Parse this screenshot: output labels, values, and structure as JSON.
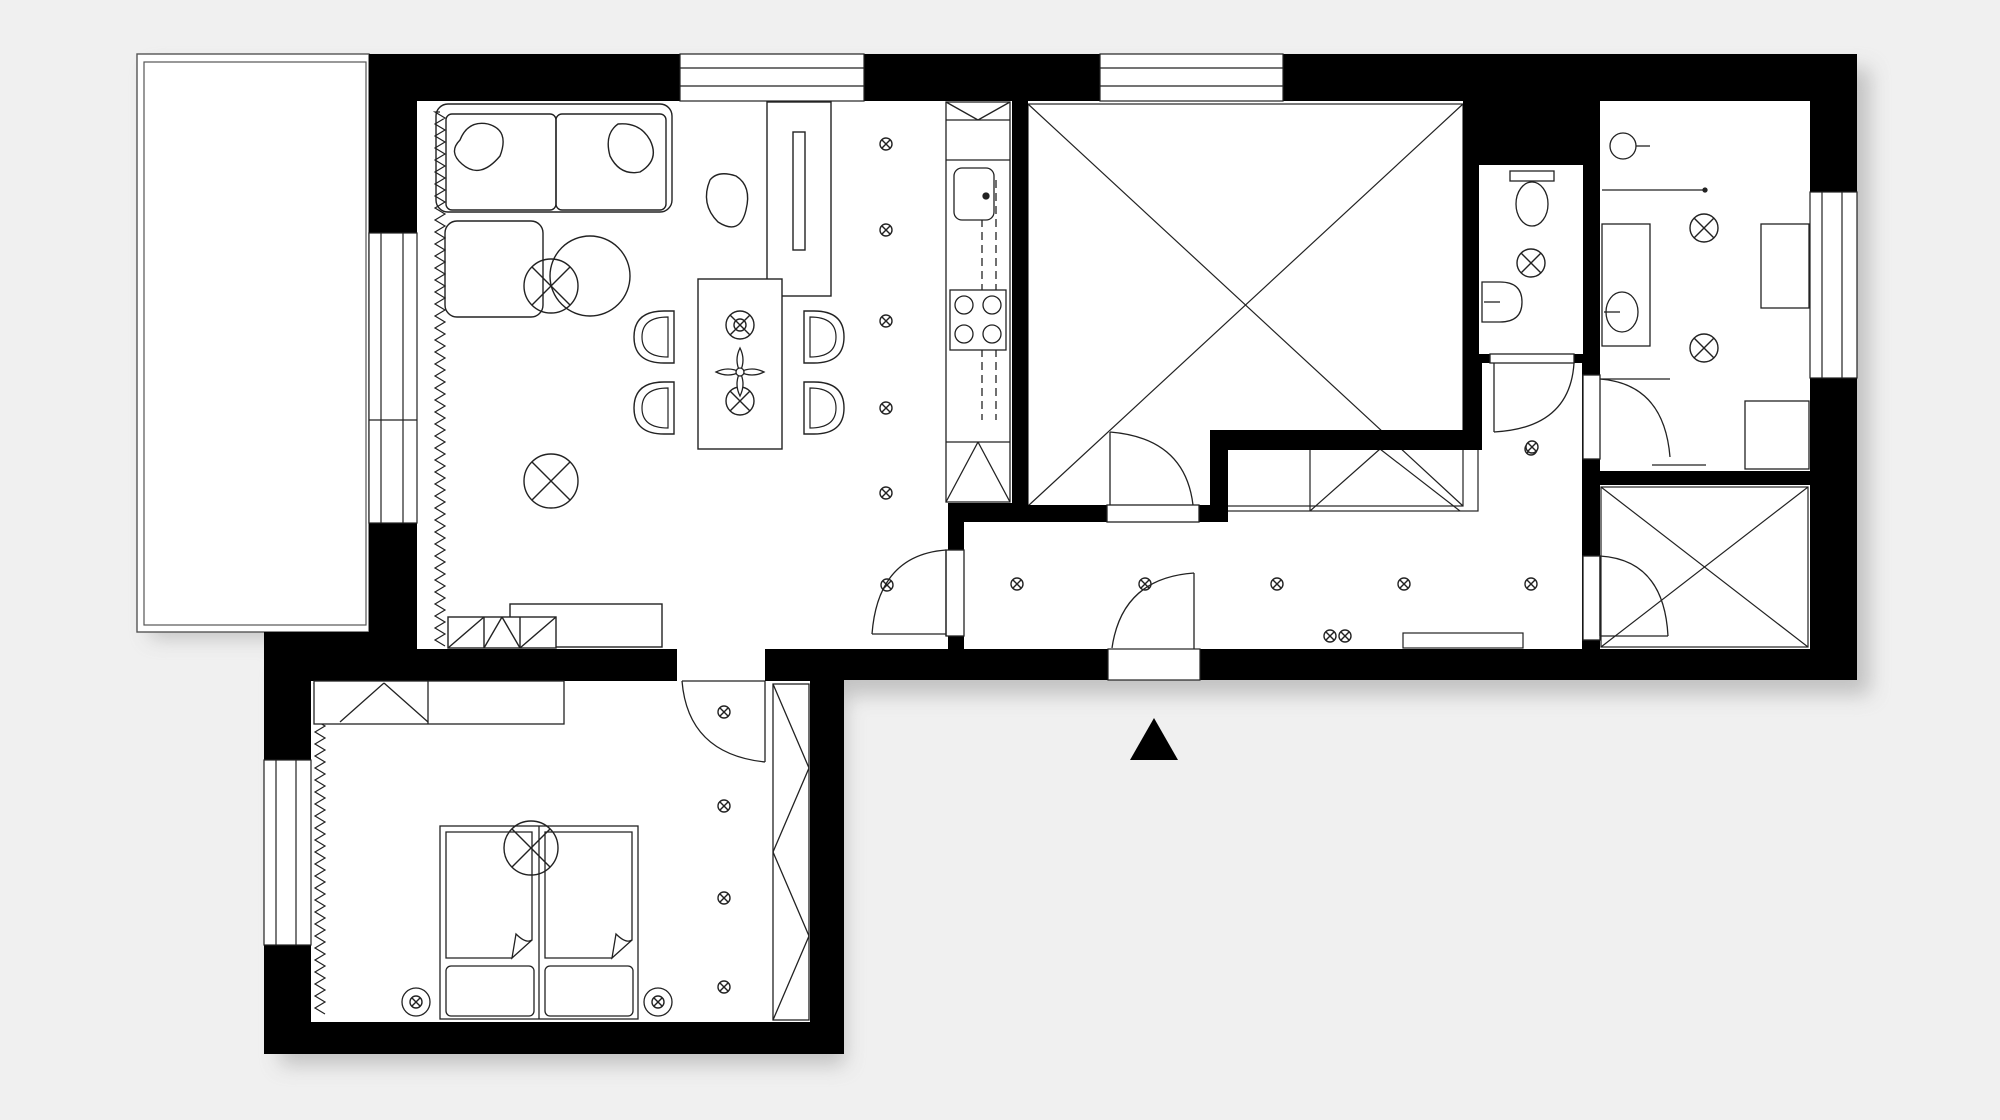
{
  "colors": {
    "background": "#f0f0f0",
    "wall": "#000000",
    "floor": "#ffffff",
    "line": "#222222",
    "shadow": "#bdbdbd"
  },
  "icons": {
    "entrance": "entrance-arrow-icon",
    "ceiling_light": "ceiling-light-icon",
    "fan": "ceiling-fan-icon",
    "toilet": "toilet-icon",
    "sink": "sink-icon",
    "cooktop": "cooktop-icon",
    "door_swing": "door-swing-icon"
  },
  "rooms": [
    {
      "id": "living-dining-kitchen",
      "label": ""
    },
    {
      "id": "bedroom",
      "label": ""
    },
    {
      "id": "storage",
      "label": ""
    },
    {
      "id": "hallway",
      "label": ""
    },
    {
      "id": "wc",
      "label": ""
    },
    {
      "id": "bathroom",
      "label": ""
    },
    {
      "id": "utility",
      "label": ""
    },
    {
      "id": "balcony",
      "label": ""
    }
  ]
}
